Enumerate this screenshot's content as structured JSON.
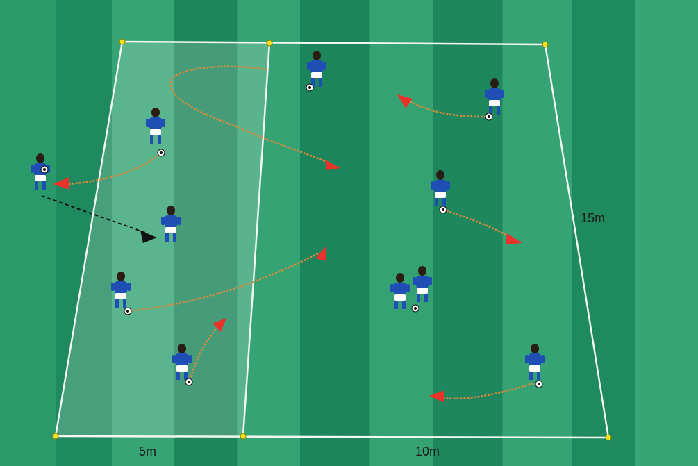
{
  "labels": {
    "width_small": "5m",
    "width_large": "10m",
    "height": "15m"
  },
  "colors": {
    "stripe_dark": "#1f8a5f",
    "stripe_light": "#3aa678",
    "zone_overlay": "#ffffff",
    "boundary": "#f2f7f2",
    "cone": "#f0e21c",
    "dribble_path": "#d98a3c",
    "arrow_head": "#e8322a",
    "pass_arrow": "#111111",
    "shirt": "#1f4fb5",
    "shorts": "#ffffff"
  },
  "icons": [
    "cone-icon",
    "player-icon",
    "ball-icon",
    "arrow-head-icon"
  ]
}
